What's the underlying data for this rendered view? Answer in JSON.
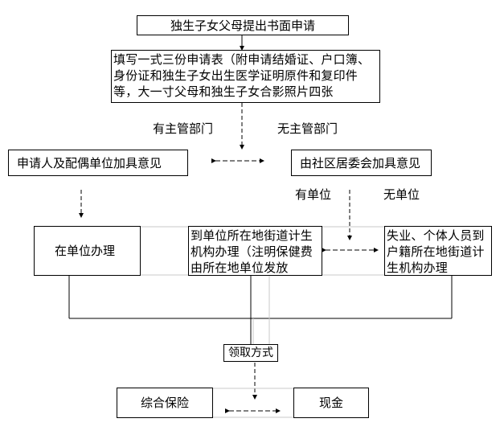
{
  "nodes": {
    "top": "独生子女父母提出书面申请",
    "fill_form": "填写一式三份申请表（附申请结婚证、户口簿、\n身份证和独生子女出生医学证明原件和复印件\n等，大一寸父母和独生子女合影照片四张",
    "employer_opinion": "申请人及配偶单位加具意见",
    "community_opinion": "由社区居委会加具意见",
    "handle_at_employer": "在单位办理",
    "street_office_employer": "到单位所在地街道计生\n机构办理（注明保健费\n由所在地单位发放",
    "unemployed": "失业、个体人员到\n户籍所在地街道计\n生机构办理",
    "receive_method": "领取方式",
    "insurance": "综合保险",
    "cash": "现金"
  },
  "labels": {
    "has_dept": "有主管部门",
    "no_dept": "无主管部门",
    "has_unit": "有单位",
    "no_unit": "无单位"
  }
}
